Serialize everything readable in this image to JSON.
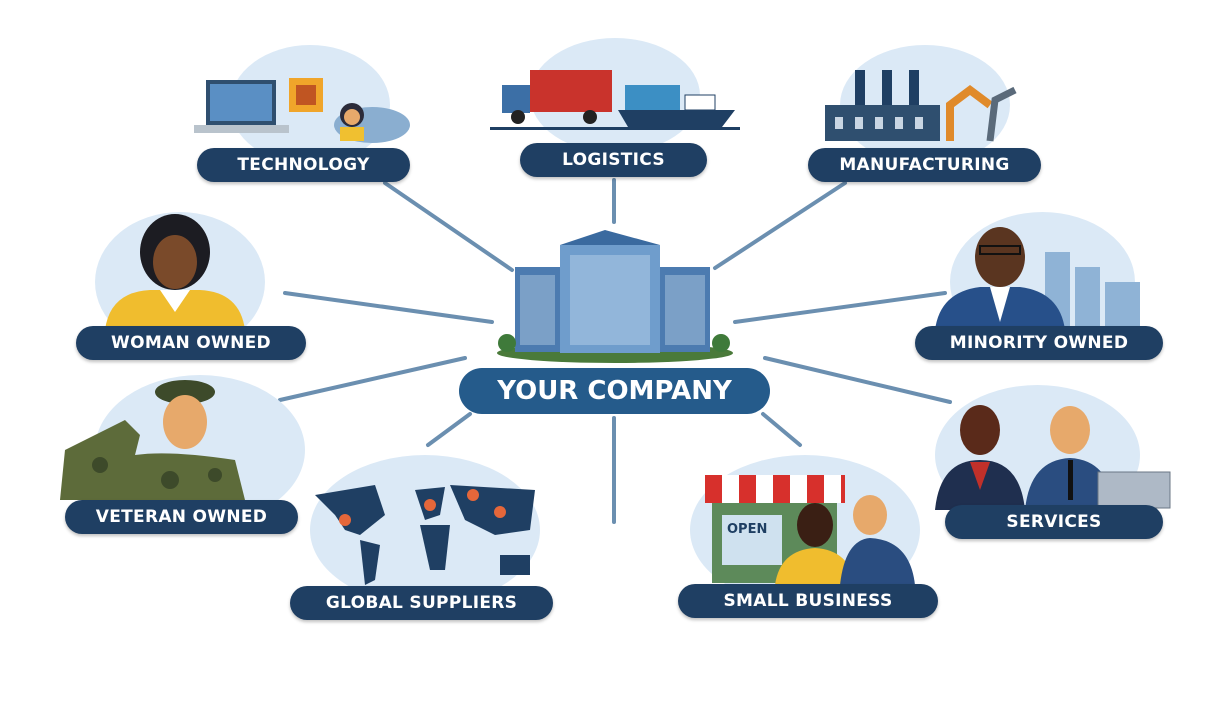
{
  "center": {
    "label": "YOUR COMPANY"
  },
  "nodes": {
    "technology": "TECHNOLOGY",
    "logistics": "LOGISTICS",
    "manufacturing": "MANUFACTURING",
    "woman_owned": "WOMAN OWNED",
    "minority_owned": "MINORITY OWNED",
    "veteran_owned": "VETERAN OWNED",
    "services": "SERVICES",
    "global_suppliers": "GLOBAL SUPPLIERS",
    "small_business": "SMALL BUSINESS"
  },
  "store_sign": "OPEN",
  "colors": {
    "label_bg": "#1f3f63",
    "center_bg": "#255b8b",
    "connector": "#6b8fb0",
    "circle_bg": "#dbe9f6"
  }
}
